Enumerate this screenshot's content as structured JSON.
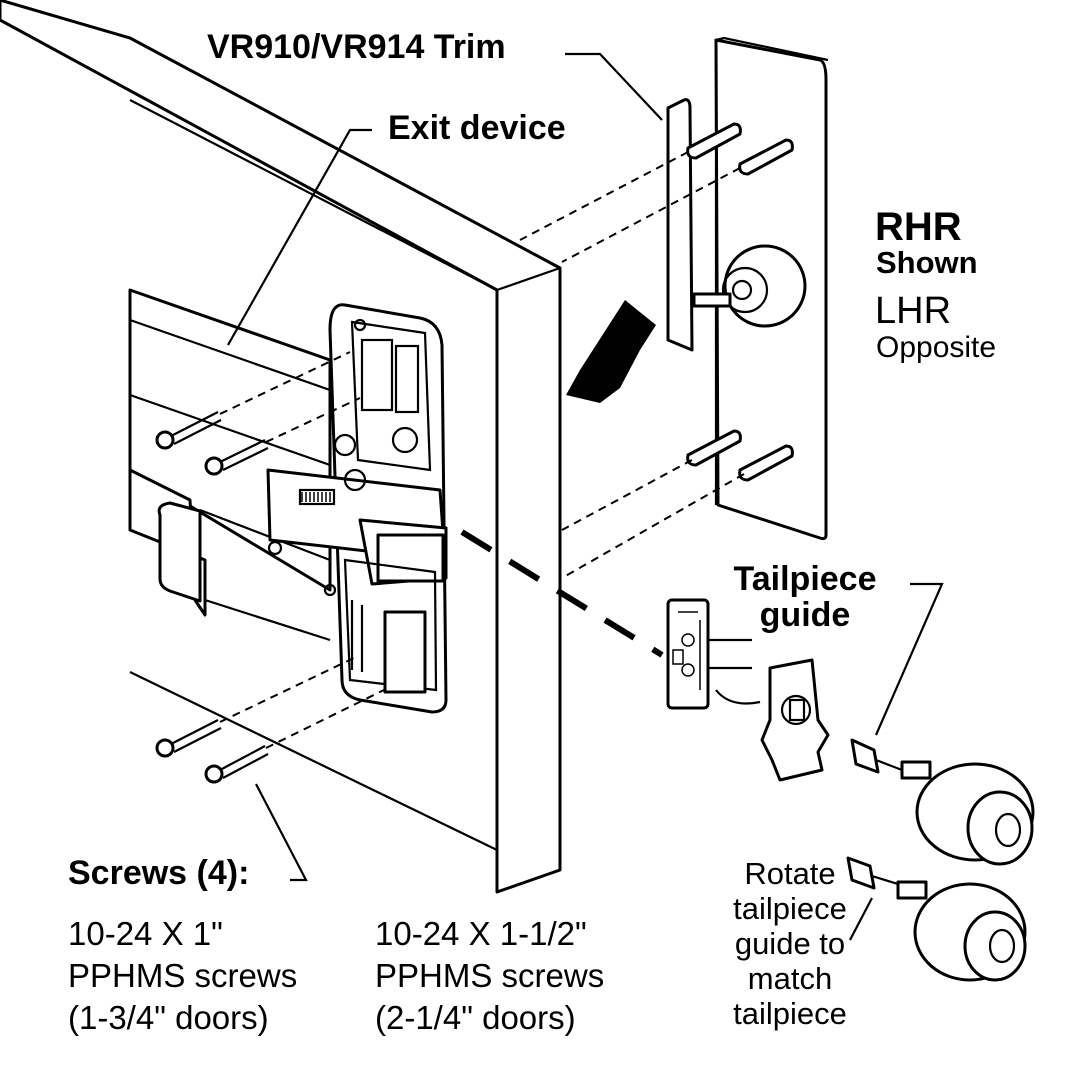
{
  "labels": {
    "trim": "VR910/VR914 Trim",
    "exit_device": "Exit device",
    "rhr": "RHR",
    "shown": "Shown",
    "lhr": "LHR",
    "opposite": "Opposite",
    "tailpiece_guide": [
      "Tailpiece",
      "guide"
    ],
    "screws_heading": "Screws (4):",
    "screw_short": [
      "10-24 X 1\"",
      "PPHMS screws",
      "(1-3/4\" doors)"
    ],
    "screw_long": [
      "10-24 X 1-1/2\"",
      "PPHMS screws",
      "(2-1/4\" doors)"
    ],
    "rotate_note": [
      "Rotate",
      "tailpiece",
      "guide to",
      "match",
      "tailpiece"
    ]
  }
}
